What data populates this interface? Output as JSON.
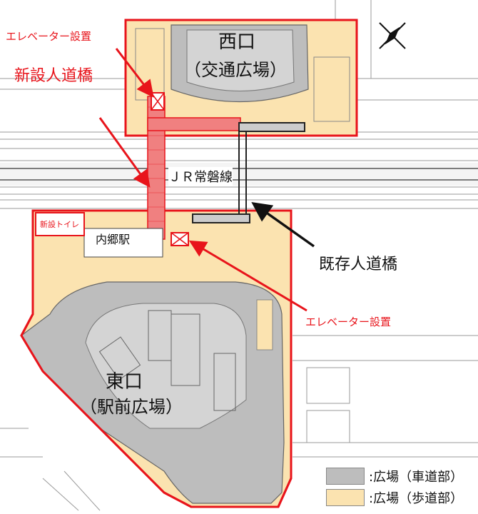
{
  "labels": {
    "west_exit": "西口",
    "west_exit_sub": "（交通広場）",
    "east_exit": "東口",
    "east_exit_sub": "（駅前広場）",
    "new_bridge": "新設人道橋",
    "elevator_top": "エレベーター設置",
    "elevator_bottom": "エレベーター設置",
    "jr_line": "ＪＲ常磐線",
    "existing_bridge": "既存人道橋",
    "station": "内郷駅",
    "new_toilet": "新設トイレ"
  },
  "legend": [
    {
      "label": ":広場（車道部）",
      "color": "#bdbdbd"
    },
    {
      "label": ":広場（歩道部）",
      "color": "#fbe3b0"
    }
  ],
  "colors": {
    "annotation_red": "#e8141b",
    "roadway_gray": "#bdbdbd",
    "sidewalk_beige": "#fbe3b0"
  }
}
